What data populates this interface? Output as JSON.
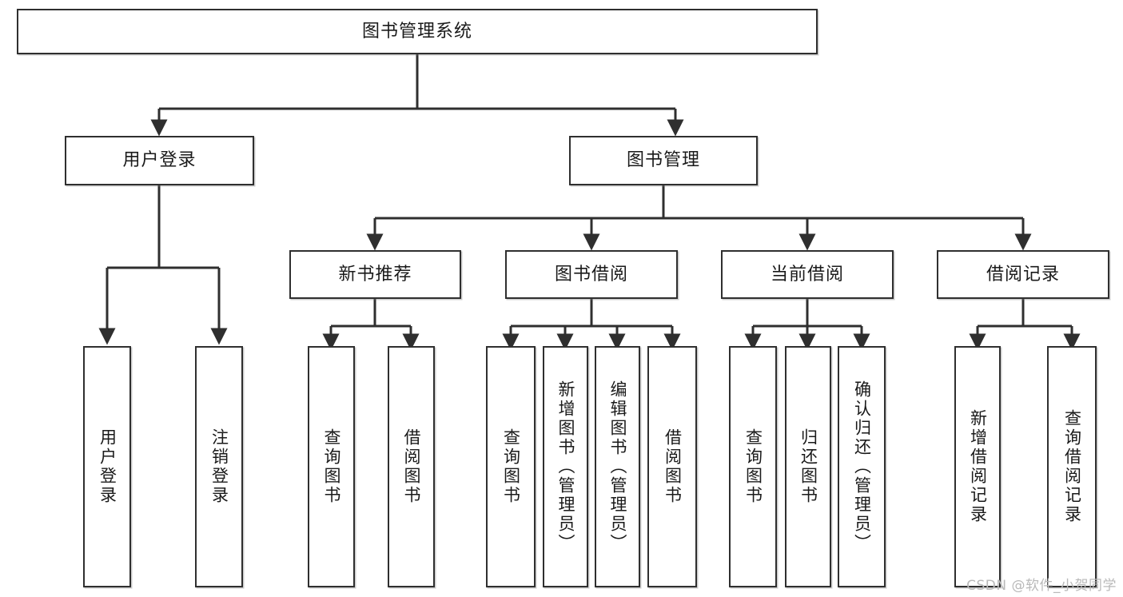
{
  "diagram": {
    "type": "tree",
    "title": "图书管理系统",
    "theme": {
      "background": "#ffffff",
      "box_border": "#2f2f2f",
      "box_fill": "#ffffff",
      "connector": "#2f2f2f",
      "text": "#1a1a1a",
      "watermark": "#b9b9b9"
    },
    "root": {
      "id": "root",
      "label": "图书管理系统"
    },
    "level2": [
      {
        "id": "user-login",
        "label": "用户登录"
      },
      {
        "id": "book-manage",
        "label": "图书管理"
      }
    ],
    "level3": [
      {
        "id": "new-book-rec",
        "label": "新书推荐"
      },
      {
        "id": "book-borrow",
        "label": "图书借阅"
      },
      {
        "id": "current-borrow",
        "label": "当前借阅"
      },
      {
        "id": "borrow-record",
        "label": "借阅记录"
      }
    ],
    "leaves": {
      "user_login": [
        {
          "id": "leaf-user-login",
          "label": "用户登录"
        },
        {
          "id": "leaf-logout",
          "label": "注销登录"
        }
      ],
      "new_book_rec": [
        {
          "id": "leaf-query-book-1",
          "label": "查询图书"
        },
        {
          "id": "leaf-borrow-book-1",
          "label": "借阅图书"
        }
      ],
      "book_borrow": [
        {
          "id": "leaf-query-book-2",
          "label": "查询图书"
        },
        {
          "id": "leaf-add-book",
          "label": "新增图书（管理员）"
        },
        {
          "id": "leaf-edit-book",
          "label": "编辑图书（管理员）"
        },
        {
          "id": "leaf-borrow-book-2",
          "label": "借阅图书"
        }
      ],
      "current_borrow": [
        {
          "id": "leaf-query-book-3",
          "label": "查询图书"
        },
        {
          "id": "leaf-return-book",
          "label": "归还图书"
        },
        {
          "id": "leaf-confirm-return",
          "label": "确认归还（管理员）"
        }
      ],
      "borrow_record": [
        {
          "id": "leaf-add-record",
          "label": "新增借阅记录"
        },
        {
          "id": "leaf-query-record",
          "label": "查询借阅记录"
        }
      ]
    }
  },
  "watermark": {
    "text": "CSDN @软件_小贺同学"
  }
}
